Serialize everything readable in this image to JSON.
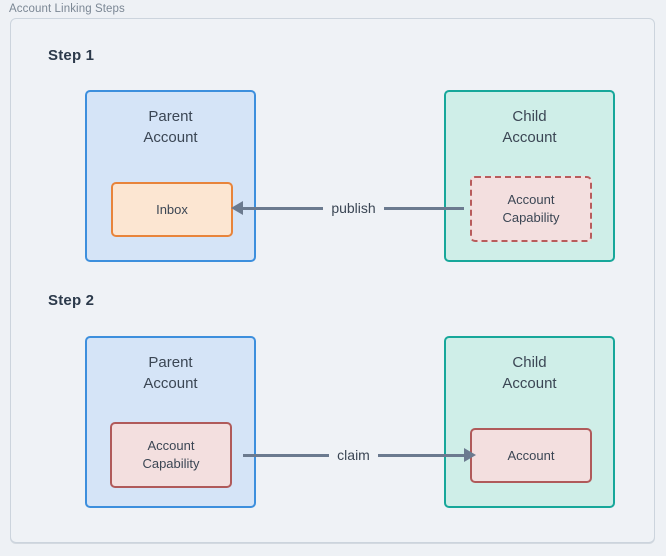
{
  "diagram": {
    "title": "Account Linking Steps",
    "colors": {
      "canvas_background": "#eef1f5",
      "frame_border": "#ccd4dd",
      "parent_fill": "#d5e4f7",
      "parent_border": "#3d8fdd",
      "child_fill": "#cfeee8",
      "child_border": "#17a79a",
      "inbox_fill": "#fce6d2",
      "inbox_border": "#e8843b",
      "capability_fill": "#f3dfdf",
      "capability_border": "#b05a5a",
      "arrow": "#6b7a8f",
      "text": "#3b4654",
      "heading": "#2c3a4b"
    },
    "steps": [
      {
        "label": "Step 1",
        "parent": {
          "title": "Parent\nAccount",
          "inner": {
            "label": "Inbox",
            "style": "solid-orange"
          }
        },
        "child": {
          "title": "Child\nAccount",
          "inner": {
            "label": "Account\nCapability",
            "style": "dashed-red"
          }
        },
        "connector": {
          "label": "publish",
          "direction": "left",
          "from": "child",
          "to": "parent"
        }
      },
      {
        "label": "Step 2",
        "parent": {
          "title": "Parent\nAccount",
          "inner": {
            "label": "Account\nCapability",
            "style": "solid-red"
          }
        },
        "child": {
          "title": "Child\nAccount",
          "inner": {
            "label": "Account",
            "style": "solid-red"
          }
        },
        "connector": {
          "label": "claim",
          "direction": "right",
          "from": "parent",
          "to": "child"
        }
      }
    ]
  }
}
